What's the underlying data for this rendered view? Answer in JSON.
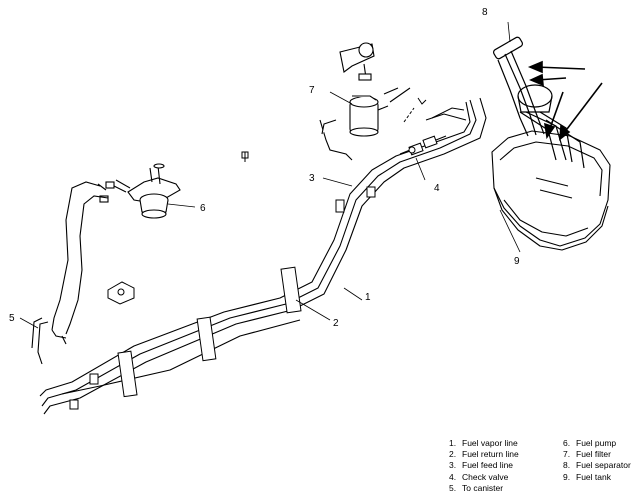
{
  "callouts": {
    "c1": "1",
    "c2": "2",
    "c3": "3",
    "c4": "4",
    "c5": "5",
    "c6": "6",
    "c7": "7",
    "c8": "8",
    "c9": "9"
  },
  "legend": {
    "left": [
      {
        "num": "1.",
        "label": "Fuel vapor line"
      },
      {
        "num": "2.",
        "label": "Fuel return line"
      },
      {
        "num": "3.",
        "label": "Fuel feed line"
      },
      {
        "num": "4.",
        "label": "Check valve"
      },
      {
        "num": "5.",
        "label": "To canister"
      }
    ],
    "right": [
      {
        "num": "6.",
        "label": "Fuel pump"
      },
      {
        "num": "7.",
        "label": "Fuel filter"
      },
      {
        "num": "8.",
        "label": "Fuel separator"
      },
      {
        "num": "9.",
        "label": "Fuel tank"
      }
    ]
  }
}
